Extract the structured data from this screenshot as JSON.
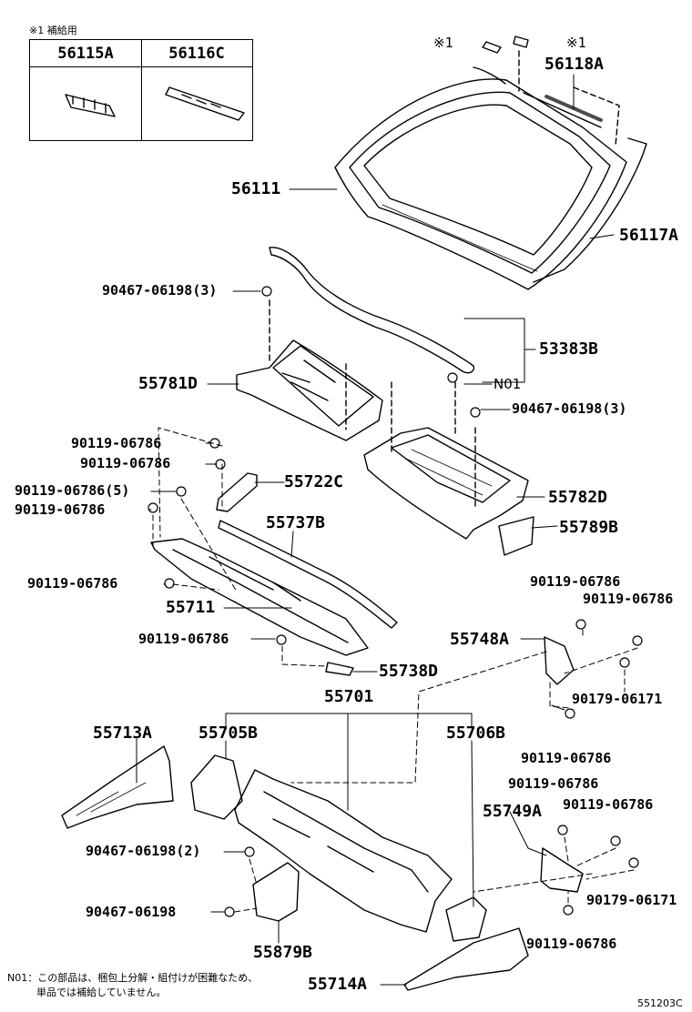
{
  "supply_table": {
    "title": "※1 補給用",
    "col1": "56115A",
    "col2": "56116C"
  },
  "labels": {
    "l56111": "56111",
    "l56118A": "56118A",
    "l56117A": "56117A",
    "l53383B": "53383B",
    "lN01": "N01",
    "mark_left": "※1",
    "mark_right": "※1",
    "l90467_a": "90467-06198(3)",
    "l90467_b": "90467-06198(3)",
    "l55781D": "55781D",
    "l55782D": "55782D",
    "l55789B": "55789B",
    "l90119_1": "90119-06786",
    "l90119_2": "90119-06786",
    "l55722C": "55722C",
    "l90119_3": "90119-06786(5)",
    "l90119_4": "90119-06786",
    "l55737B": "55737B",
    "l90119_5": "90119-06786",
    "l55711": "55711",
    "l90119_6": "90119-06786",
    "l55738D": "55738D",
    "l55701": "55701",
    "l55748A": "55748A",
    "l90119_7": "90119-06786",
    "l90119_8": "90119-06786",
    "l90179_1": "90179-06171",
    "l90119_9": "90119-06786",
    "l55713A": "55713A",
    "l55705B": "55705B",
    "l55706B": "55706B",
    "l90119_10": "90119-06786",
    "l55749A": "55749A",
    "l90119_11": "90119-06786",
    "l90467_c": "90467-06198(2)",
    "l90467_d": "90467-06198",
    "l90179_2": "90179-06171",
    "l90119_12": "90119-06786",
    "l55879B": "55879B",
    "l55714A": "55714A"
  },
  "footnote": {
    "line1": "N01：この部品は、梱包上分解・組付けが困難なため、",
    "line2": "単品では補給していません。"
  },
  "figure_code": "551203C"
}
